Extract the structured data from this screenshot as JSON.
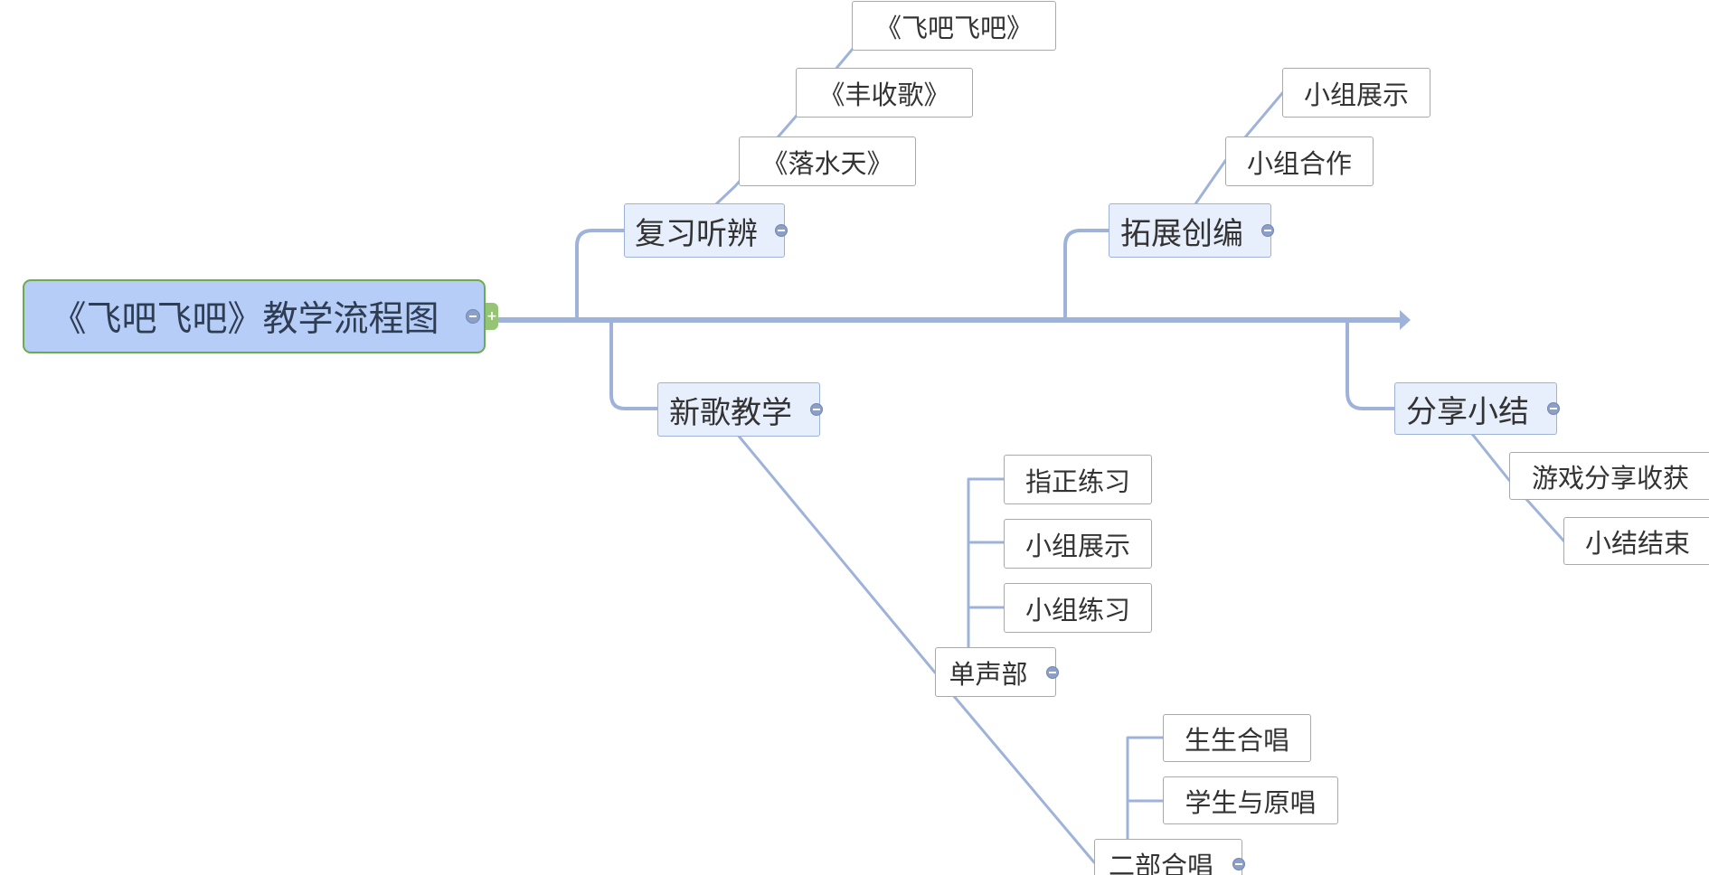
{
  "root": {
    "label": "《飞吧飞吧》教学流程图",
    "expander": "+"
  },
  "branches": {
    "review": {
      "label": "复习听辨",
      "children": [
        "《飞吧飞吧》",
        "《丰收歌》",
        "《落水天》"
      ]
    },
    "extend": {
      "label": "拓展创编",
      "children": [
        "小组展示",
        "小组合作"
      ]
    },
    "newsong": {
      "label": "新歌教学",
      "unison": {
        "label": "单声部",
        "children": [
          "指正练习",
          "小组展示",
          "小组练习"
        ]
      },
      "twopart": {
        "label": "二部合唱",
        "children": [
          "生生合唱",
          "学生与原唱"
        ]
      }
    },
    "summary": {
      "label": "分享小结",
      "children": [
        "游戏分享收获",
        "小结结束"
      ]
    }
  },
  "colors": {
    "connector": "#9fb3da",
    "root_fill": "#b5cdf7",
    "root_border": "#6dab4f",
    "main_fill": "#e8effc",
    "main_border": "#9db1d9",
    "sub_border": "#a9a9a9",
    "toggle": "#8c9fc6"
  }
}
